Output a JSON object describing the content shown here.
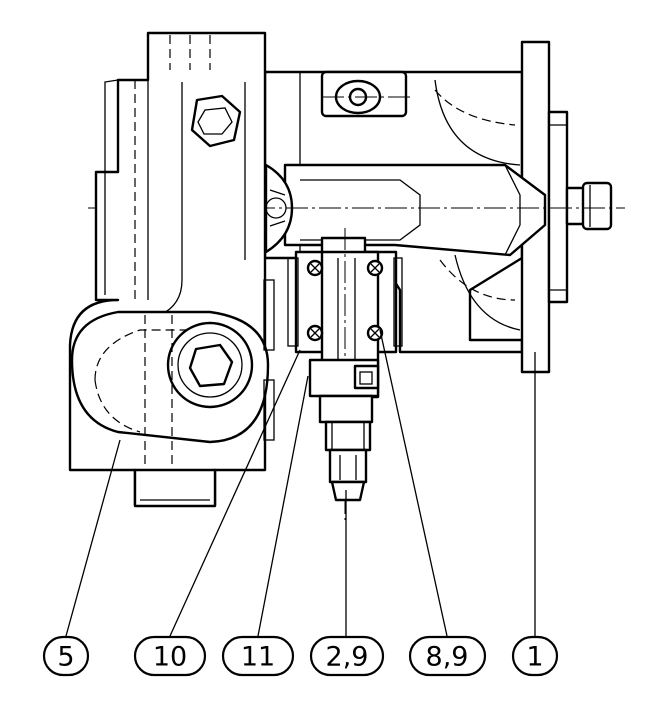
{
  "callouts": [
    {
      "label": "5"
    },
    {
      "label": "10"
    },
    {
      "label": "11"
    },
    {
      "label": "2,9"
    },
    {
      "label": "8,9"
    },
    {
      "label": "1"
    }
  ]
}
